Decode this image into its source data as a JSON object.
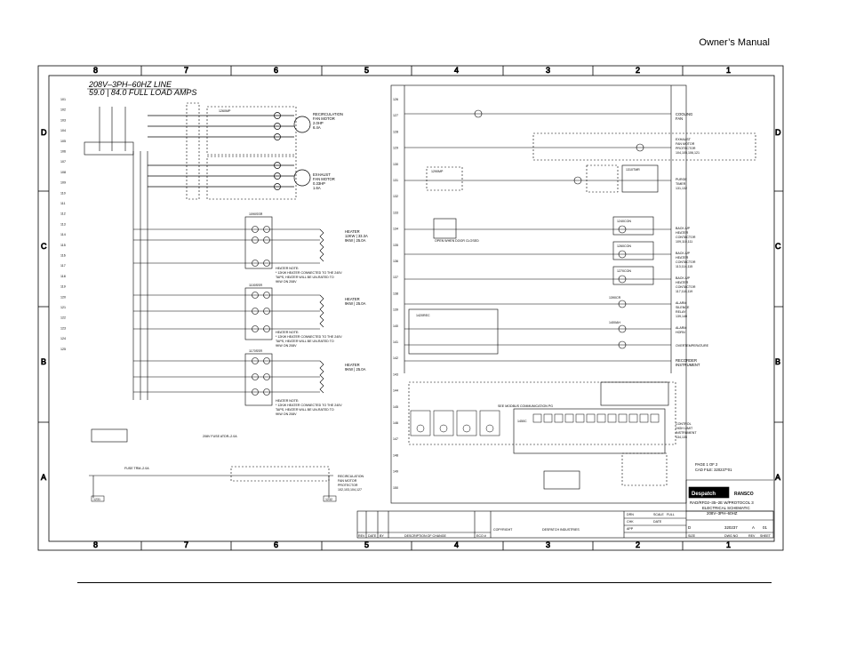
{
  "header": {
    "title": "Owner’s Manual"
  },
  "zones": {
    "cols": [
      "8",
      "7",
      "6",
      "5",
      "4",
      "3",
      "2",
      "1"
    ],
    "rows": [
      "D",
      "C",
      "B",
      "A"
    ]
  },
  "power": {
    "line1": "208V–3PH–60HZ LINE",
    "line2": "59.0 | 84.0 FULL LOAD AMPS"
  },
  "rungs": [
    "101",
    "102",
    "103",
    "104",
    "105",
    "106",
    "107",
    "108",
    "109",
    "110",
    "111",
    "112",
    "113",
    "114",
    "115",
    "116",
    "117",
    "118",
    "119",
    "120",
    "121",
    "122",
    "123",
    "124",
    "125",
    "126",
    "127",
    "128",
    "129",
    "130",
    "131",
    "132",
    "133",
    "134",
    "135",
    "136",
    "137",
    "138",
    "139",
    "140",
    "141",
    "142",
    "143",
    "144",
    "145",
    "146",
    "147",
    "148",
    "149",
    "150"
  ],
  "left_labels": {
    "recirc_motor": [
      "RECIRCULATION",
      "FAN MOTOR",
      "2.0HP",
      "6.4A"
    ],
    "exhaust_motor": [
      "EXHAUST",
      "FAN MOTOR",
      "0.33HP",
      "1.6A"
    ],
    "heater1": [
      "HEATER",
      "12KW | 33.3A",
      "9KW | 25.0A"
    ],
    "heater2": [
      "HEATER",
      "9KW | 25.0A"
    ],
    "heater3": [
      "HEATER",
      "9KW | 25.0A"
    ],
    "heater_note": [
      "HEATER NOTE:",
      "* 12KW HEATER CONNECTED TO THE 240V",
      "TAPS, HEATER WILL BE UN-RATED TO",
      "9KW ON 208V"
    ],
    "recirc_protector": [
      "RECIRCULATION",
      "FAN MOTOR",
      "PROTECTOR",
      "102,103,104,127"
    ],
    "contactors": [
      "1090SSR",
      "1100SSR",
      "1170SSR"
    ],
    "ctrl_fuse": "208V FUSE ATDR–2.0A",
    "fuse_top": "FUSE TRM–2.0A",
    "term_left": "1231",
    "term_right": "1232"
  },
  "right_labels": {
    "cooling_fan": [
      "COOLING",
      "FAN"
    ],
    "exhaust_protector": [
      "EXHAUST",
      "FAN MOTOR",
      "PROTECTOR",
      "104,105,106,121"
    ],
    "purge_timer": [
      "PURGE",
      "TIMER",
      "131,132"
    ],
    "backup1": [
      "BACK-UP",
      "HEATER",
      "CONTACTOR",
      "109,110,111"
    ],
    "backup2": [
      "BACK-UP",
      "HEATER",
      "CONTACTOR",
      "113,114,115"
    ],
    "backup3": [
      "BACK-UP",
      "HEATER",
      "CONTACTOR",
      "117,118,119"
    ],
    "alarm_silence": [
      "ALARM",
      "SILENCE",
      "RELAY",
      "139,140"
    ],
    "alarm_horn": [
      "ALARM",
      "HORN"
    ],
    "overtemp": "OVERTEMPERATURE",
    "recorder": [
      "RECORDER",
      "INSTRUMENT"
    ],
    "control": [
      "CONTROL",
      "HIGH LIMIT",
      "INSTRUMENT",
      "134,135"
    ],
    "page_note": [
      "PAGE 1 OF 2",
      "CAD FILE: 320237*01"
    ],
    "components": [
      "1240CON",
      "1260CON",
      "1270CON",
      "1390CR",
      "1400AH",
      "1420REC",
      "1450C",
      "1310TMR",
      "1290MP",
      "1260MP"
    ],
    "door_text": "OPEN WHEN DOOR CLOSED",
    "comm_text": "SEE MODBUS COMMUNICATION PG"
  },
  "titleblock": {
    "company": "Despatch",
    "partner": "RANSCO",
    "desc1": "RAD/RFD2–35–2E W/PROTOCOL 3",
    "desc2": "ELECTRICAL SCHEMATIC",
    "desc3": "208V–3PH–60HZ",
    "size": "D",
    "dwg_no": "320237",
    "rev": "A",
    "sheet": "01",
    "copyright": "COPYRIGHT",
    "industries": "DESPATCH INDUSTRIES",
    "scale": "FULL",
    "labels": [
      "DRN",
      "CHK",
      "APP",
      "SCALE",
      "DATE",
      "SIZE",
      "DWG NO",
      "REV",
      "SHEET"
    ],
    "rev_cols": [
      "REV",
      "DATE",
      "BY",
      "DESCRIPTION OF CHANGE",
      "ECO #"
    ]
  }
}
